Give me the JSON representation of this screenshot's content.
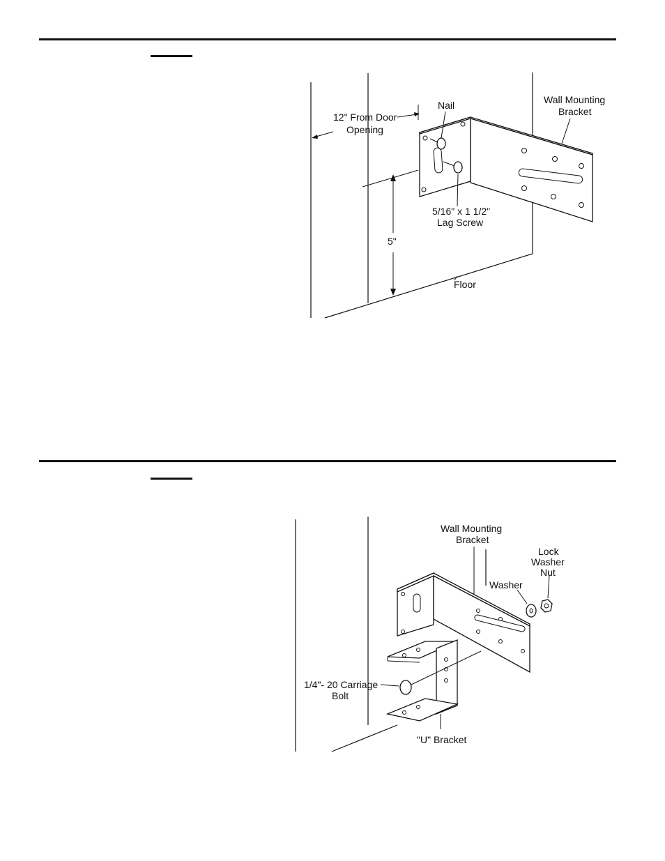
{
  "figure1": {
    "label_nail": "Nail",
    "label_bracket_line1": "Wall Mounting",
    "label_bracket_line2": "Bracket",
    "label_distance_line1": "12\" From Door",
    "label_distance_line2": "Opening",
    "label_lag_line1": "5/16\" x 1 1/2\"",
    "label_lag_line2": "Lag Screw",
    "label_height": "5\"",
    "label_floor": "Floor"
  },
  "figure2": {
    "label_bracket_line1": "Wall Mounting",
    "label_bracket_line2": "Bracket",
    "label_lock_line1": "Lock",
    "label_lock_line2": "Washer",
    "label_lock_line3": "Nut",
    "label_washer": "Washer",
    "label_bolt_line1": "1/4\"- 20 Carriage",
    "label_bolt_line2": "Bolt",
    "label_u_bracket": "\"U\" Bracket"
  }
}
